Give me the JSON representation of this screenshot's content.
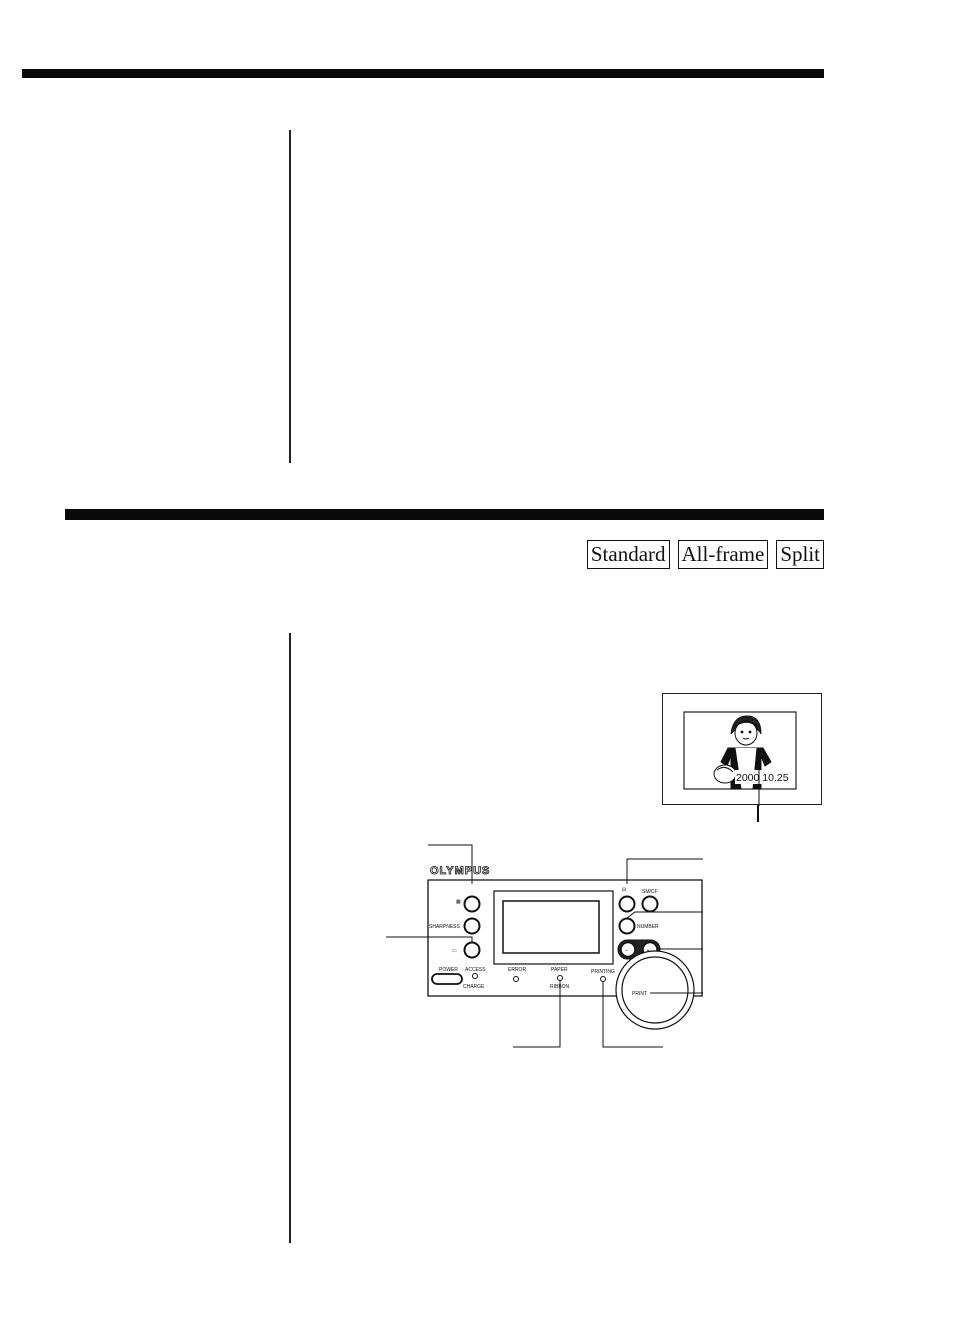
{
  "modes": {
    "standard": "Standard",
    "all_frame": "All-frame",
    "split": "Split"
  },
  "photo": {
    "date_imprint": "2000 10.25"
  },
  "panel": {
    "brand": "OLYMPUS",
    "sharpness_label": "SHARPNESS",
    "power_label": "POWER",
    "access_label": "ACCESS",
    "charge_label": "CHARGE",
    "error_label": "ERROR",
    "paper_label": "PAPER",
    "ribbon_label": "RIBBON",
    "printing_label": "PRINTING",
    "sm_cf_label": "SM/CF",
    "number_label": "NUMBER",
    "print_label": "PRINT"
  },
  "icons": {
    "layout": "grid-icon",
    "mode_select": "print-mode-icon",
    "index": "index-icon",
    "minus": "minus-icon",
    "plus": "plus-icon"
  }
}
